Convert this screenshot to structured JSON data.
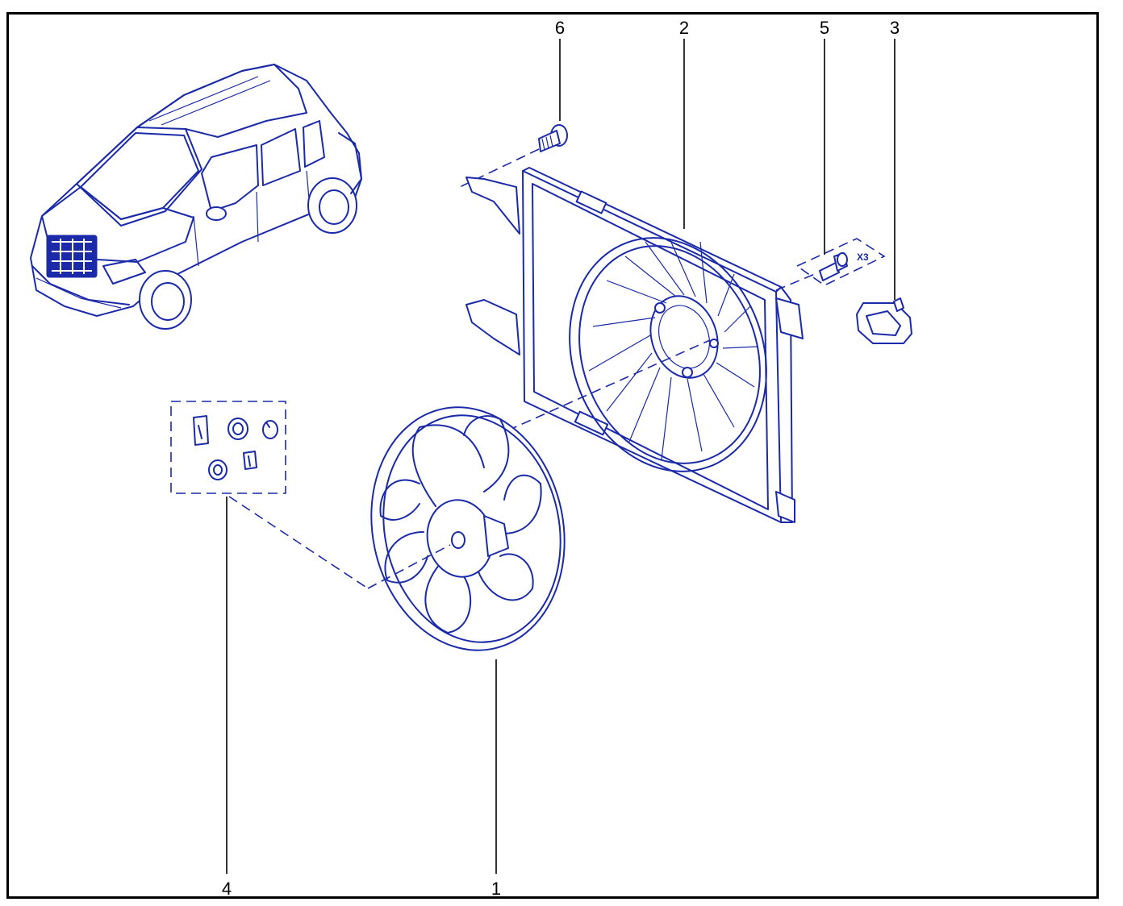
{
  "callouts": {
    "c1": "1",
    "c2": "2",
    "c3": "3",
    "c4": "4",
    "c5": "5",
    "c6": "6"
  },
  "quantity_label": "X3",
  "colors": {
    "ink": "#1a2aa8",
    "frame": "#000000",
    "background": "#ffffff"
  }
}
